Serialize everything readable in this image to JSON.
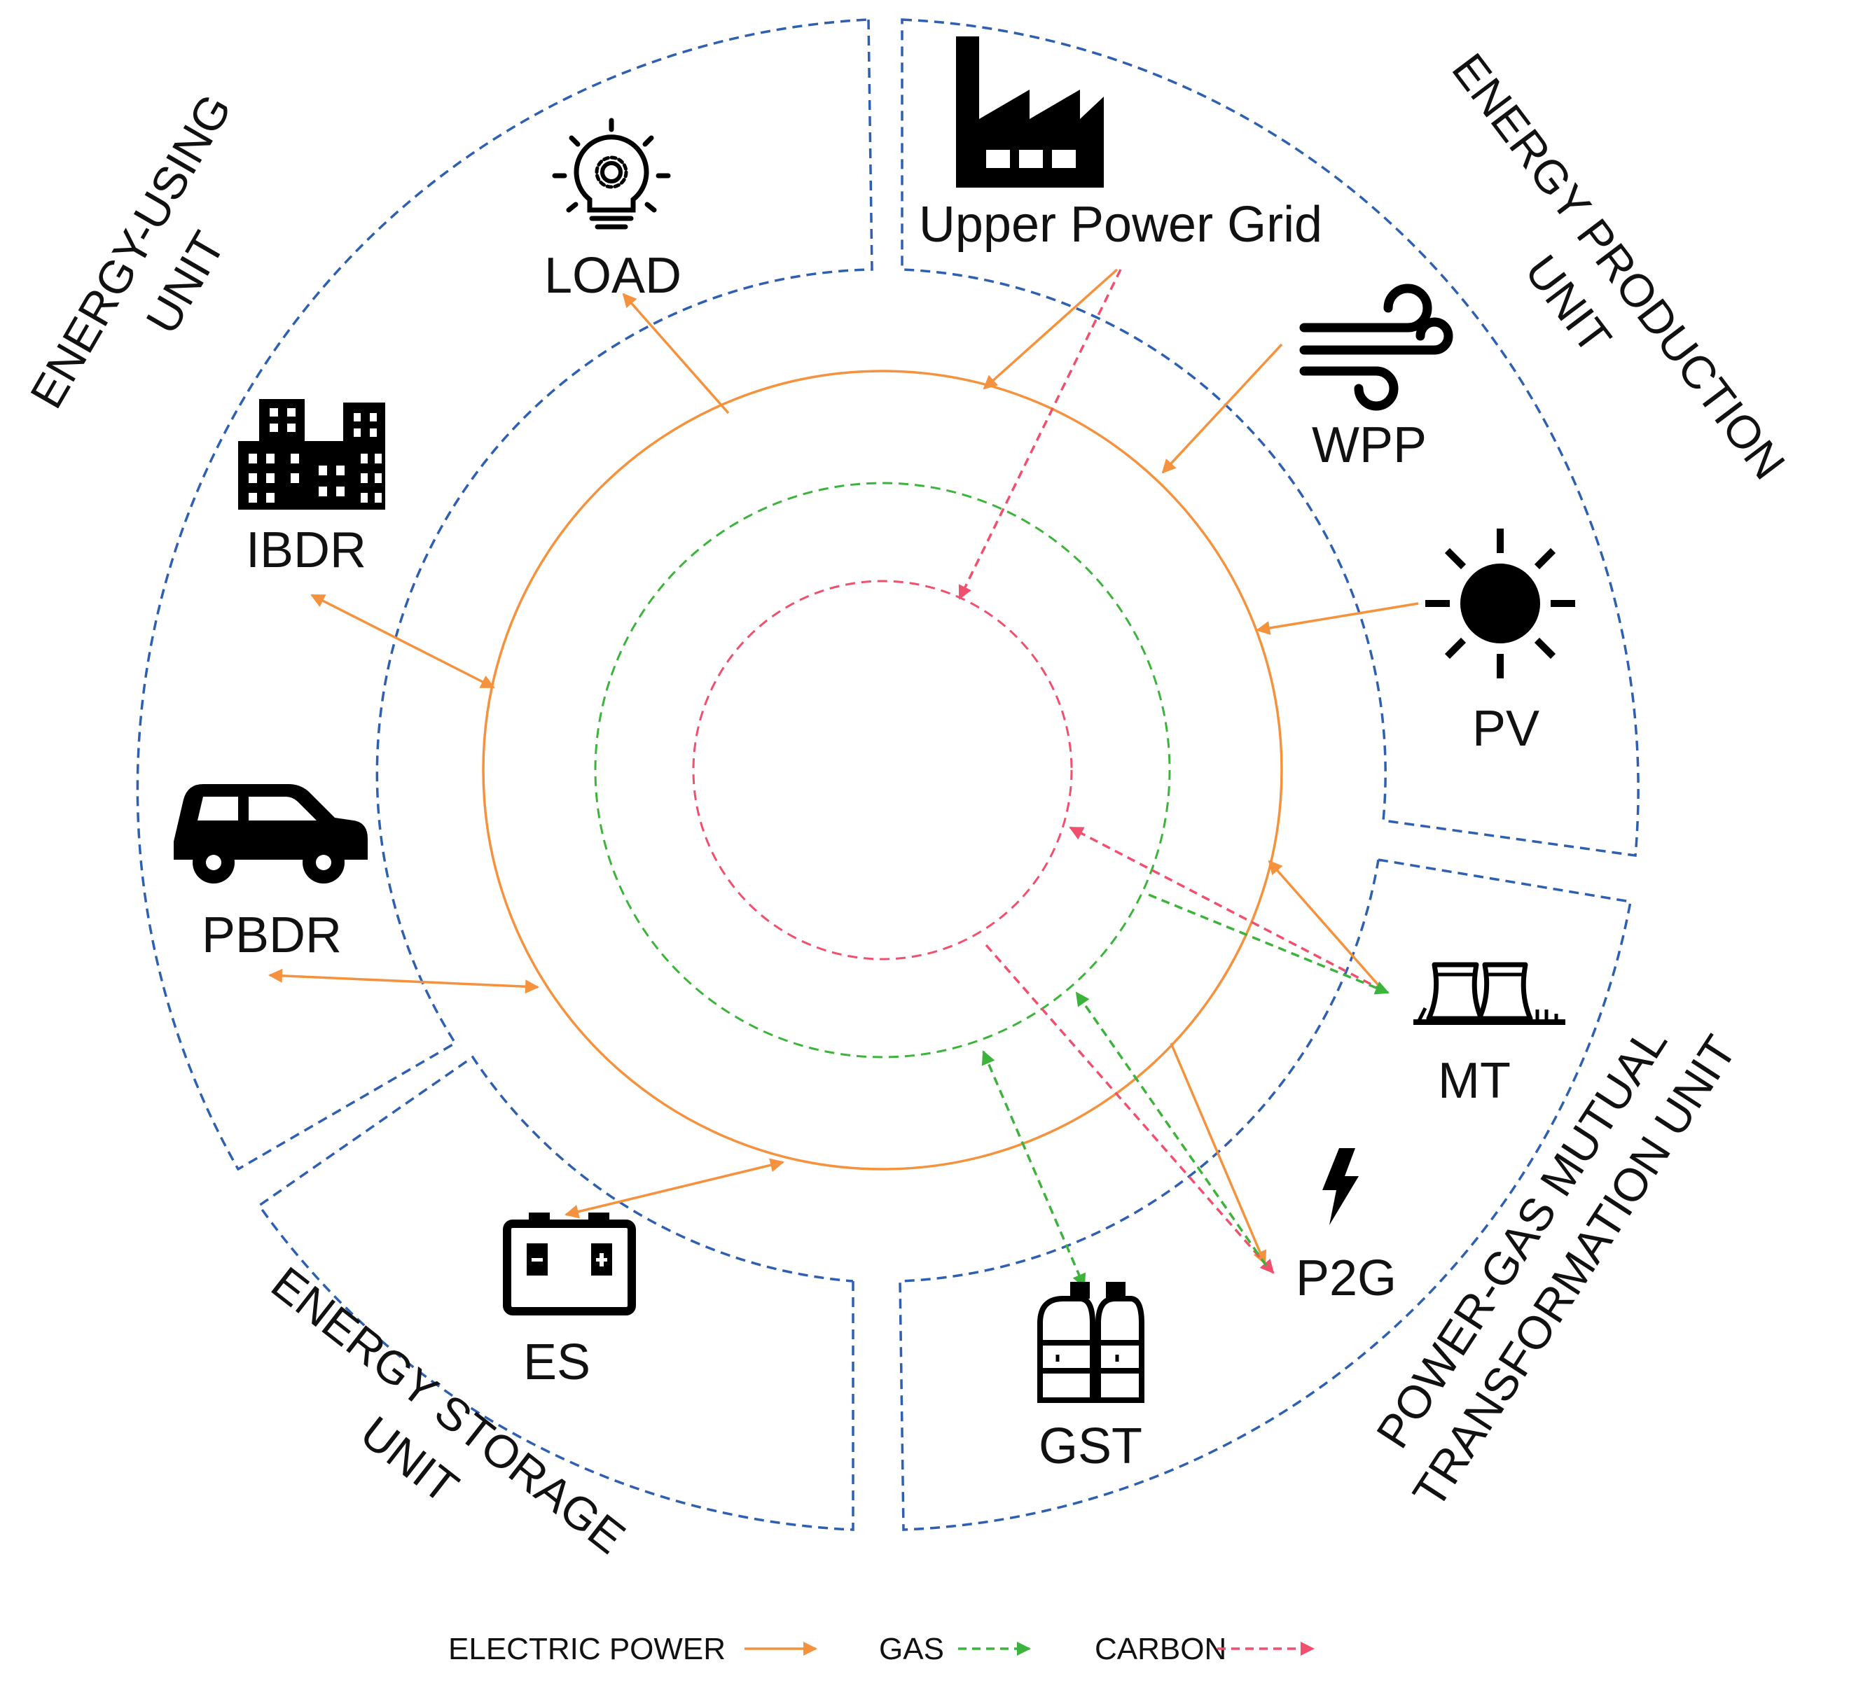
{
  "units": {
    "using_line1": "ENERGY-USING",
    "using_line2": "UNIT",
    "production_line1": "ENERGY PRODUCTION",
    "production_line2": "UNIT",
    "conversion_line1": "POWER-GAS MUTUAL",
    "conversion_line2": "TRANSFORMATION UNIT",
    "storage_line1": "ENERGY STORAGE",
    "storage_line2": "UNIT"
  },
  "nodes": {
    "load": "LOAD",
    "upper_grid": "Upper Power Grid",
    "wpp": "WPP",
    "pv": "PV",
    "ibdr": "IBDR",
    "pbdr": "PBDR",
    "mt": "MT",
    "p2g": "P2G",
    "es": "ES",
    "gst": "GST"
  },
  "legend": {
    "electric": "ELECTRIC POWER",
    "gas": "GAS",
    "carbon": "CARBON"
  },
  "colors": {
    "electric": "#f5923e",
    "gas": "#3cb43c",
    "carbon": "#f0506e",
    "boundary": "#2e5fb0",
    "icon": "#000000"
  }
}
